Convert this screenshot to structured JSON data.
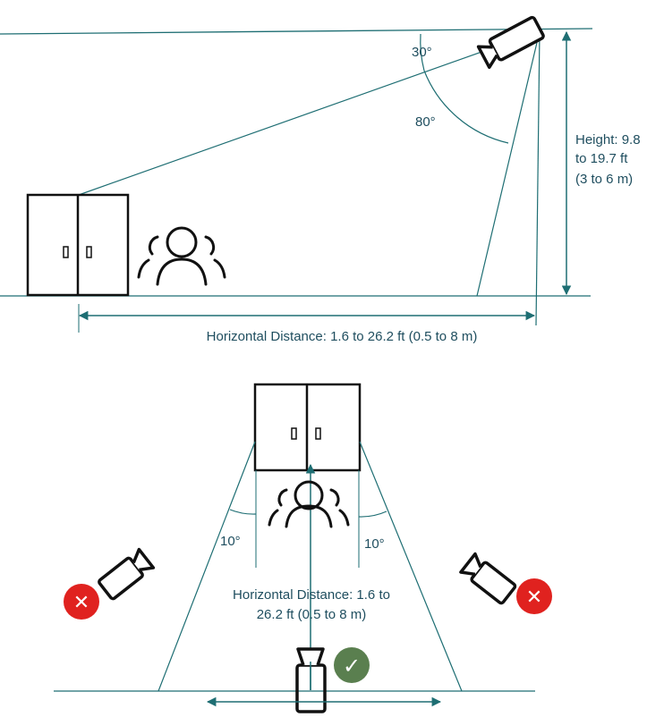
{
  "side_view": {
    "angle_top": "30°",
    "angle_bottom": "80°",
    "height_label_line1": "Height: 9.8",
    "height_label_line2": "to 19.7 ft",
    "height_label_line3": "(3 to 6 m)",
    "horizontal_distance": "Horizontal Distance: 1.6 to 26.2 ft (0.5 to 8 m)"
  },
  "top_view": {
    "angle_left": "10°",
    "angle_right": "10°",
    "distance_line1": "Horizontal Distance: 1.6 to",
    "distance_line2": "26.2 ft (0.5 to 8 m)",
    "wrong_mark_left": "✕",
    "wrong_mark_right": "✕",
    "correct_mark": "✓"
  },
  "colors": {
    "line": "#1e6e73",
    "label": "#1f4e5f",
    "wrong": "#e0221f",
    "correct": "#5a7f4f",
    "stroke": "#111111"
  }
}
